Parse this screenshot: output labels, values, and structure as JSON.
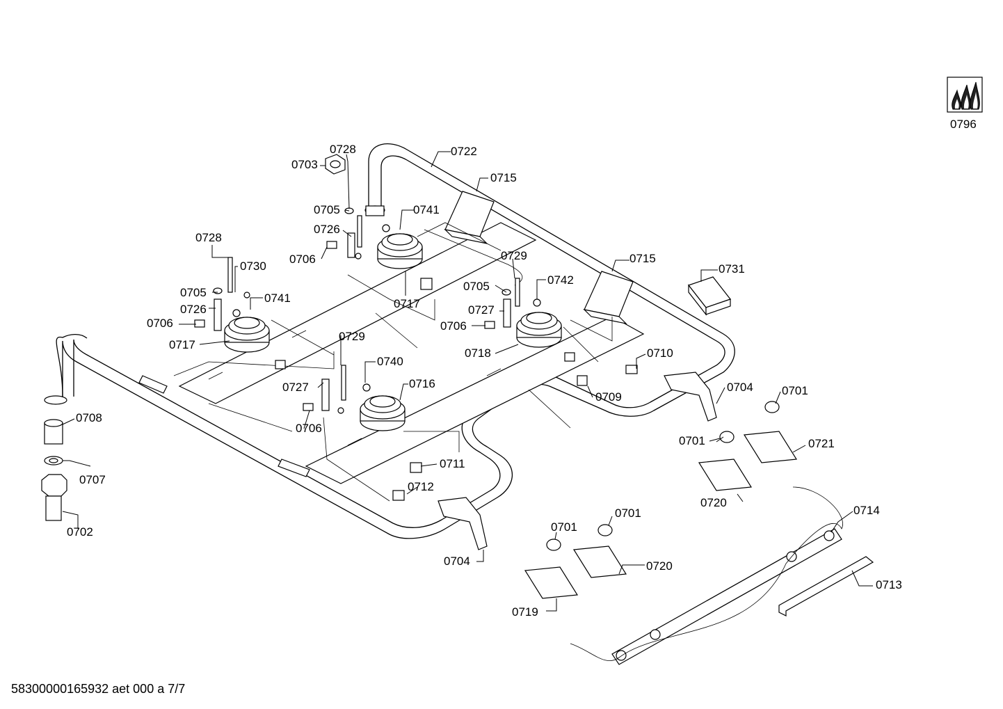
{
  "footer": {
    "doc_number": "58300000165932 aet 000 a 7/7"
  },
  "legend_icon": {
    "name": "gas-flame-icon",
    "label": "0796"
  },
  "labels": [
    {
      "id": "l0728a",
      "text": "0728"
    },
    {
      "id": "l0722",
      "text": "0722"
    },
    {
      "id": "l0703",
      "text": "0703"
    },
    {
      "id": "l0715a",
      "text": "0715"
    },
    {
      "id": "l0705a",
      "text": "0705"
    },
    {
      "id": "l0741a",
      "text": "0741"
    },
    {
      "id": "l0726a",
      "text": "0726"
    },
    {
      "id": "l0706a",
      "text": "0706"
    },
    {
      "id": "l0728b",
      "text": "0728"
    },
    {
      "id": "l0730",
      "text": "0730"
    },
    {
      "id": "l0715b",
      "text": "0715"
    },
    {
      "id": "l0729a",
      "text": "0729"
    },
    {
      "id": "l0731",
      "text": "0731"
    },
    {
      "id": "l0705b",
      "text": "0705"
    },
    {
      "id": "l0742",
      "text": "0742"
    },
    {
      "id": "l0717a",
      "text": "0717"
    },
    {
      "id": "l0705c",
      "text": "0705"
    },
    {
      "id": "l0741b",
      "text": "0741"
    },
    {
      "id": "l0726b",
      "text": "0726"
    },
    {
      "id": "l0727a",
      "text": "0727"
    },
    {
      "id": "l0706b",
      "text": "0706"
    },
    {
      "id": "l0706c",
      "text": "0706"
    },
    {
      "id": "l0717b",
      "text": "0717"
    },
    {
      "id": "l0729b",
      "text": "0729"
    },
    {
      "id": "l0718",
      "text": "0718"
    },
    {
      "id": "l0710",
      "text": "0710"
    },
    {
      "id": "l0740",
      "text": "0740"
    },
    {
      "id": "l0716",
      "text": "0716"
    },
    {
      "id": "l0727b",
      "text": "0727"
    },
    {
      "id": "l0704a",
      "text": "0704"
    },
    {
      "id": "l0701a",
      "text": "0701"
    },
    {
      "id": "l0709",
      "text": "0709"
    },
    {
      "id": "l0708",
      "text": "0708"
    },
    {
      "id": "l0706d",
      "text": "0706"
    },
    {
      "id": "l0701b",
      "text": "0701"
    },
    {
      "id": "l0721",
      "text": "0721"
    },
    {
      "id": "l0711",
      "text": "0711"
    },
    {
      "id": "l0707",
      "text": "0707"
    },
    {
      "id": "l0712",
      "text": "0712"
    },
    {
      "id": "l0720a",
      "text": "0720"
    },
    {
      "id": "l0714",
      "text": "0714"
    },
    {
      "id": "l0701c",
      "text": "0701"
    },
    {
      "id": "l0702",
      "text": "0702"
    },
    {
      "id": "l0701d",
      "text": "0701"
    },
    {
      "id": "l0704b",
      "text": "0704"
    },
    {
      "id": "l0720b",
      "text": "0720"
    },
    {
      "id": "l0713",
      "text": "0713"
    },
    {
      "id": "l0719",
      "text": "0719"
    }
  ]
}
